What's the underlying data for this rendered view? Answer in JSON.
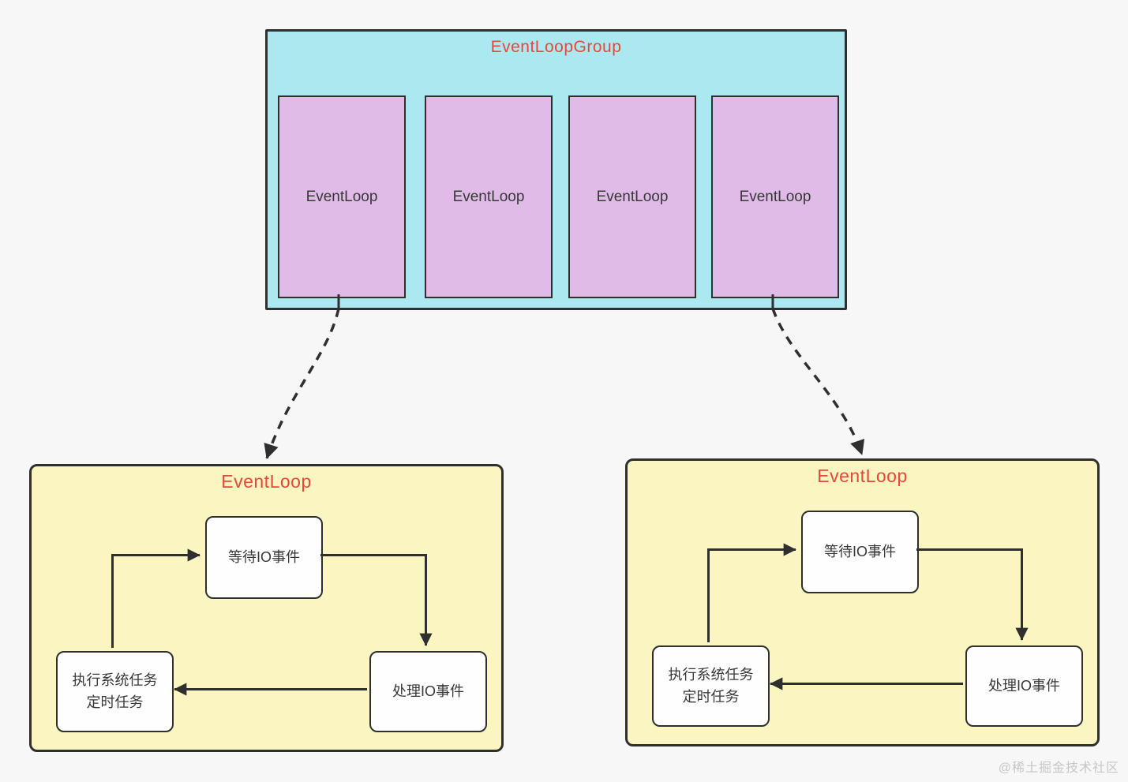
{
  "group": {
    "title": "EventLoopGroup",
    "event_loops": [
      {
        "label": "EventLoop"
      },
      {
        "label": "EventLoop"
      },
      {
        "label": "EventLoop"
      },
      {
        "label": "EventLoop"
      }
    ]
  },
  "details": {
    "left": {
      "title": "EventLoop",
      "wait_io": "等待IO事件",
      "handle_io": "处理IO事件",
      "exec_task_line1": "执行系统任务",
      "exec_task_line2": "定时任务"
    },
    "right": {
      "title": "EventLoop",
      "wait_io": "等待IO事件",
      "handle_io": "处理IO事件",
      "exec_task_line1": "执行系统任务",
      "exec_task_line2": "定时任务"
    }
  },
  "watermark": "@稀土掘金技术社区",
  "colors": {
    "page_bg": "#f7f7f7",
    "group_bg": "#ace8f0",
    "loop_bg": "#e0bbe7",
    "panel_bg": "#fbf5c2",
    "node_bg": "#fefefe",
    "line": "#2f2f2f",
    "title_red": "#e8473b",
    "text_dark": "#383838",
    "watermark_gray": "#c6c6c6"
  }
}
